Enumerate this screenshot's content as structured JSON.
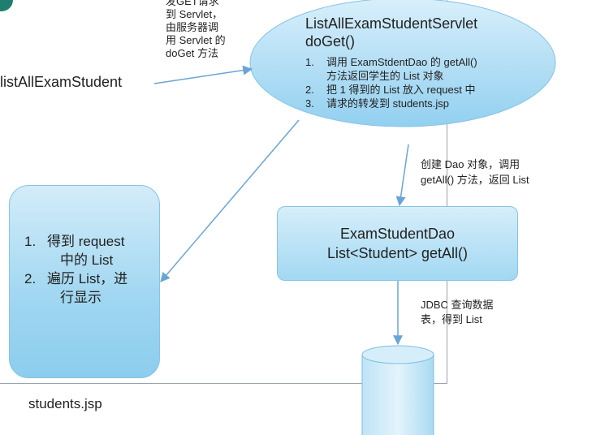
{
  "annotations": {
    "request_note": [
      "发GET请求",
      "到 Servlet，",
      "由服务器调",
      "用 Servlet 的",
      "doGet 方法"
    ],
    "dao_note": [
      "创建 Dao 对象，调用",
      "getAll() 方法，返回 List"
    ],
    "jdbc_note": [
      "JDBC 查询数据",
      "表，得到 List"
    ]
  },
  "url_label": "listAllExamStudent",
  "servlet": {
    "title": "ListAllExamStudentServlet",
    "method": "doGet()",
    "steps": [
      {
        "num": "1.",
        "lines": [
          "调用 ExamStdentDao 的 getAll()",
          "方法返回学生的 List 对象"
        ]
      },
      {
        "num": "2.",
        "lines": [
          "把 1 得到的 List 放入 request 中"
        ]
      },
      {
        "num": "3.",
        "lines": [
          "请求的转发到 students.jsp"
        ]
      }
    ]
  },
  "jsp": {
    "steps": [
      {
        "num": "1.",
        "first": "得到 request",
        "rest": "中的 List"
      },
      {
        "num": "2.",
        "first": "遍历 List，进",
        "rest": "行显示"
      }
    ],
    "label": "students.jsp"
  },
  "dao": {
    "name": "ExamStudentDao",
    "method": "List<Student> getAll()"
  },
  "colors": {
    "box_fill": "#a2d8f2",
    "box_border": "#86c4e4",
    "arrow": "#6aa4d6",
    "corner_accent": "#1f7e6e"
  },
  "icons": [
    "database-icon",
    "arrow-icon"
  ]
}
